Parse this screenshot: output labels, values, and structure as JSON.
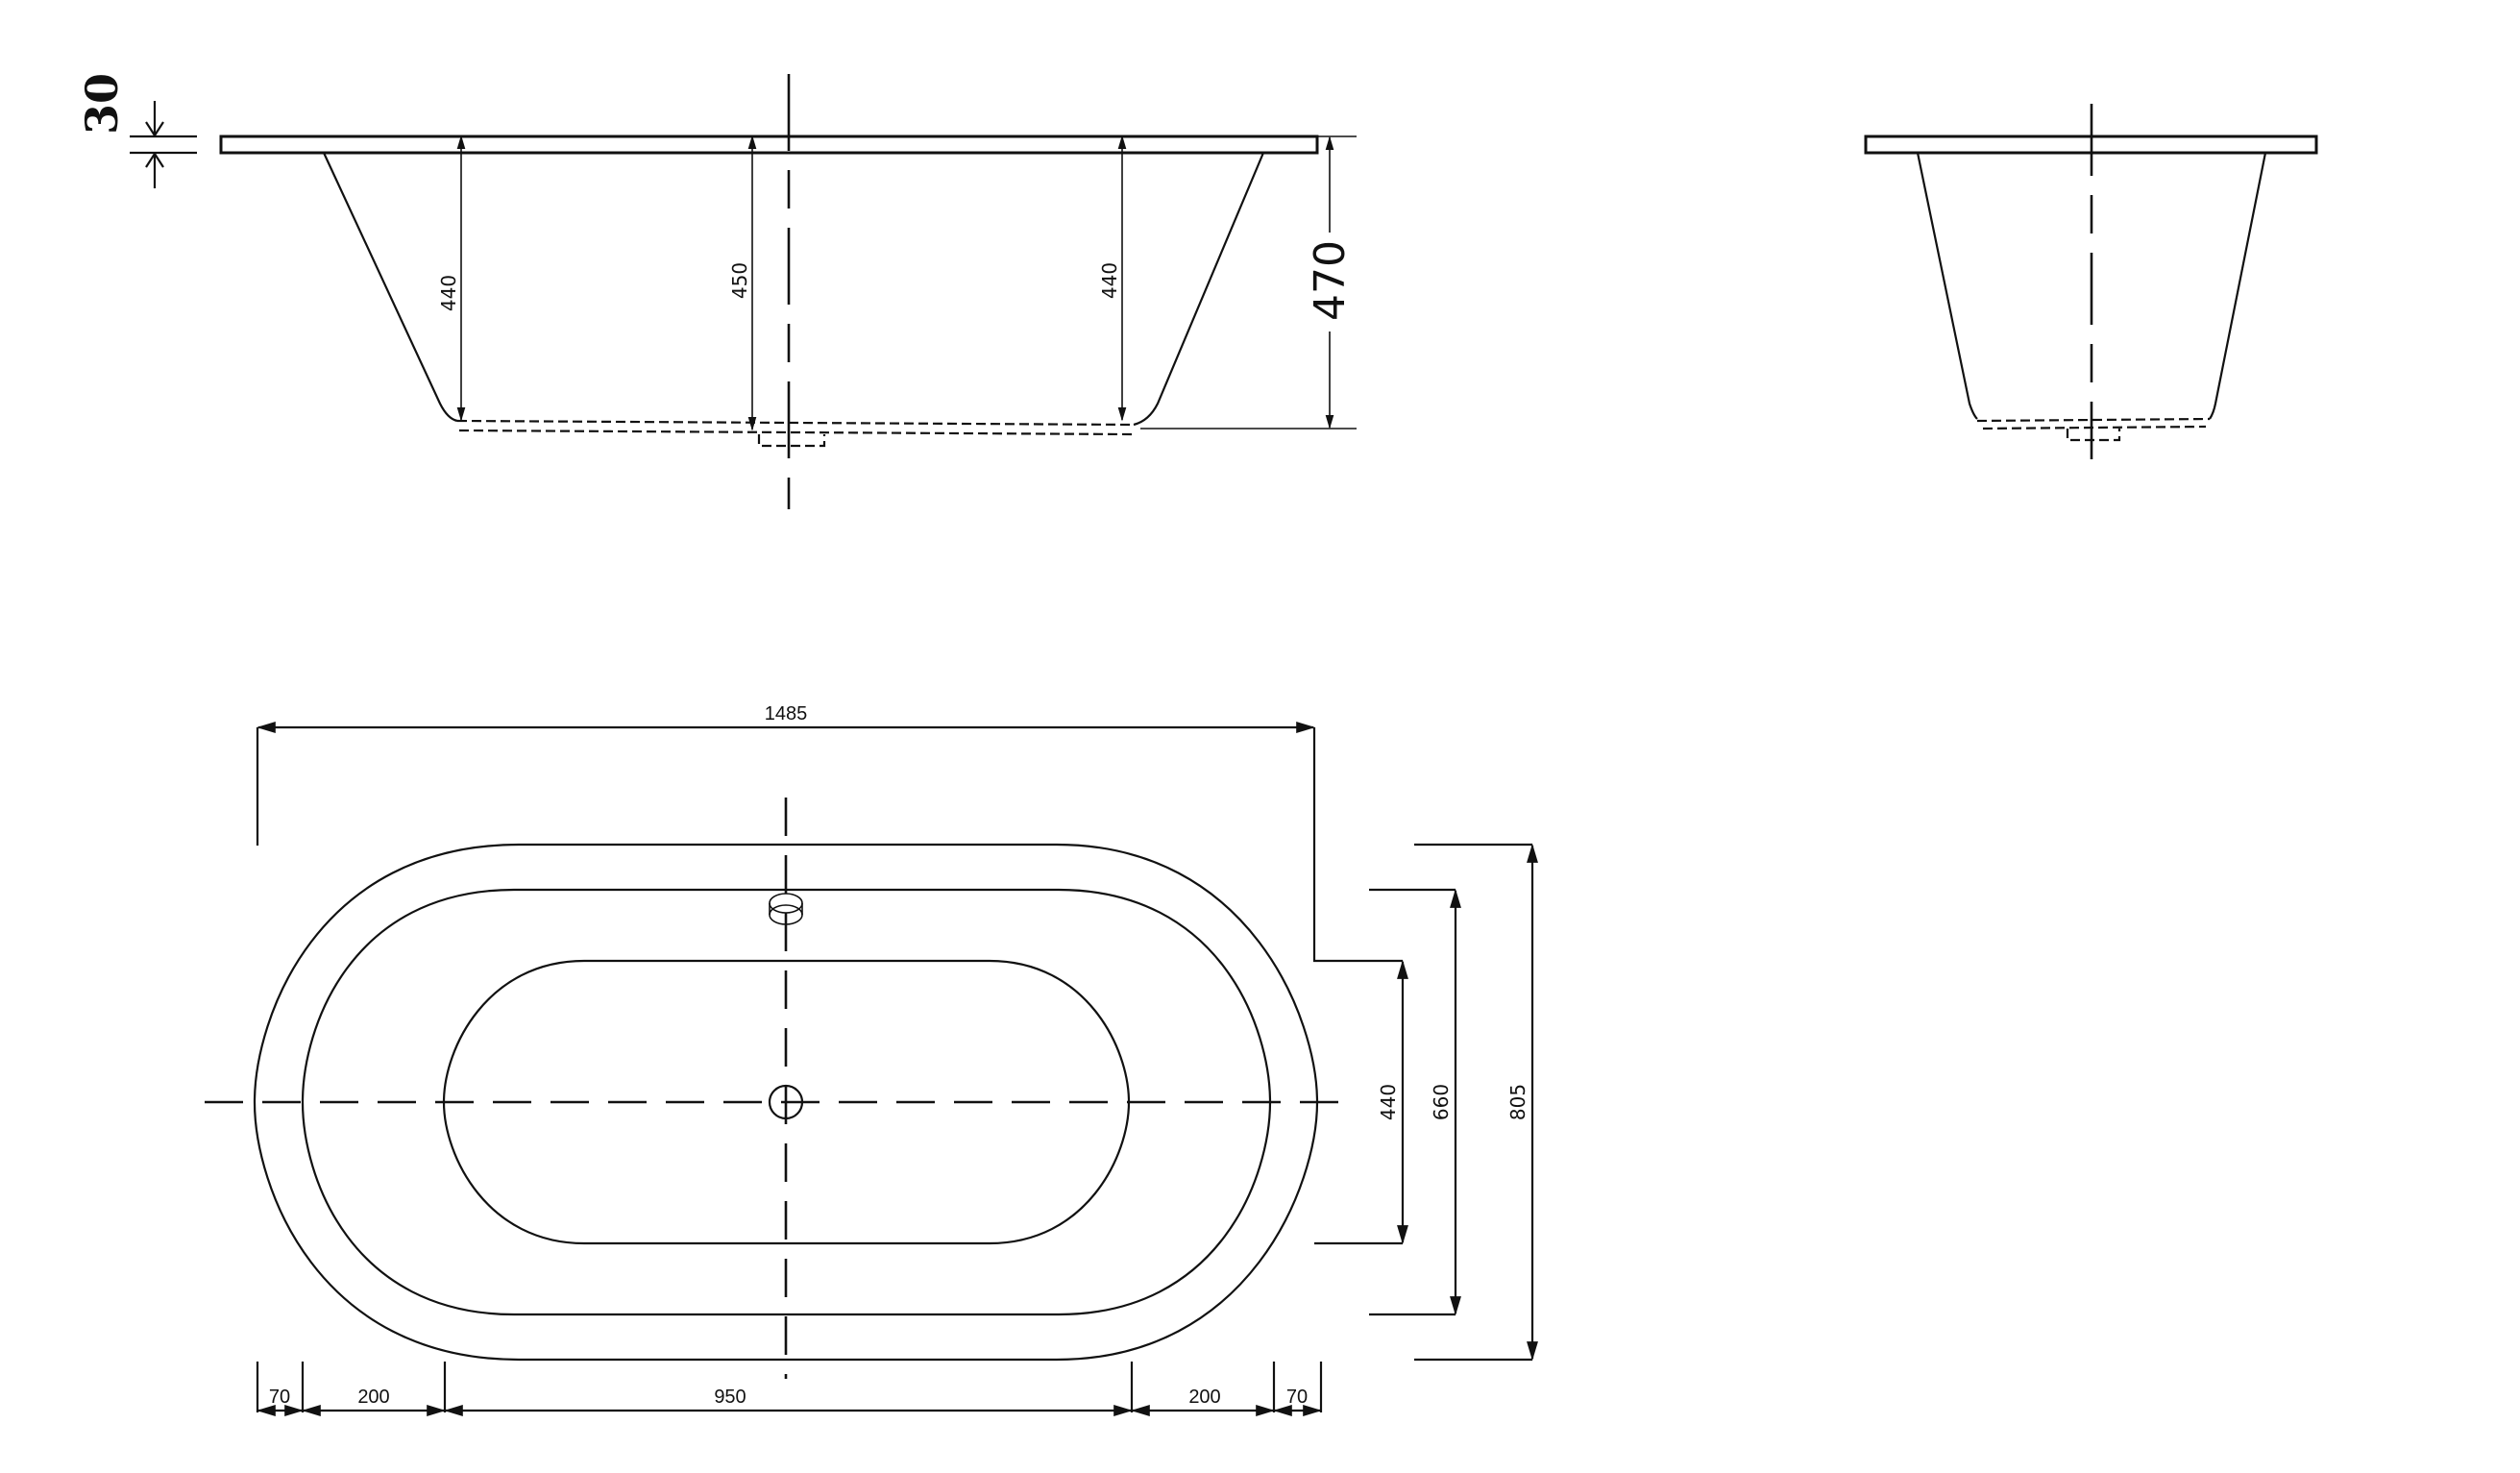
{
  "drawing": {
    "type": "bathtub technical drawing",
    "units": "mm",
    "front_view": {
      "rim_thickness": "30",
      "overall_height": "470",
      "depth_left": "440",
      "depth_center": "450",
      "depth_right": "440"
    },
    "side_view": {
      "label": ""
    },
    "plan_view": {
      "overall_length": "1485",
      "overall_width": "805",
      "inner_rim_width": "660",
      "basin_width": "440",
      "length_segments": [
        "70",
        "200",
        "950",
        "200",
        "70"
      ]
    }
  },
  "colors": {
    "line": "#111111",
    "background": "#ffffff"
  }
}
